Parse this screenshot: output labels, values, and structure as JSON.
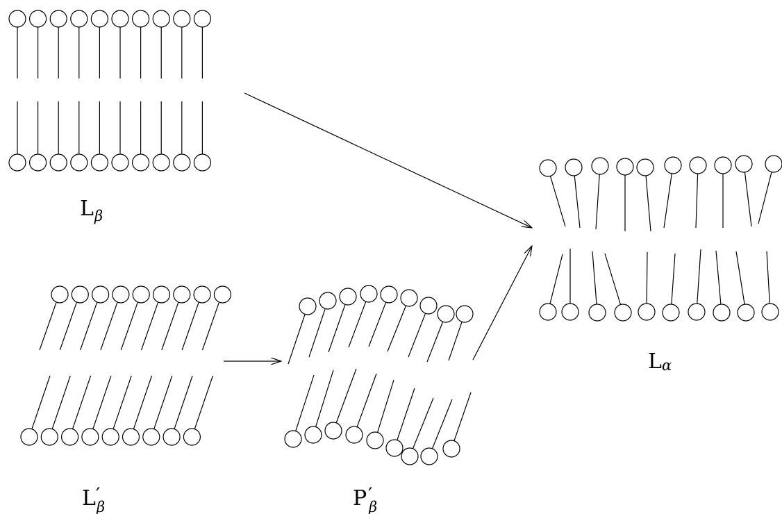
{
  "colors": {
    "stroke": "#000000",
    "background": "#ffffff"
  },
  "phases": {
    "l_beta": {
      "letter": "L",
      "subscript": "β",
      "prime": "",
      "tilt": "untilted"
    },
    "l_beta_prime": {
      "letter": "L",
      "subscript": "β",
      "prime": "′",
      "tilt": "tilted"
    },
    "p_beta_prime": {
      "letter": "P",
      "subscript": "β",
      "prime": "′",
      "tilt": "rippled"
    },
    "l_alpha": {
      "letter": "L",
      "subscript": "α",
      "prime": "",
      "tilt": "disordered"
    }
  },
  "transitions": [
    {
      "from": "L_β",
      "to": "L_α"
    },
    {
      "from": "L′_β",
      "to": "P′_β"
    },
    {
      "from": "P′_β",
      "to": "L_α"
    }
  ]
}
